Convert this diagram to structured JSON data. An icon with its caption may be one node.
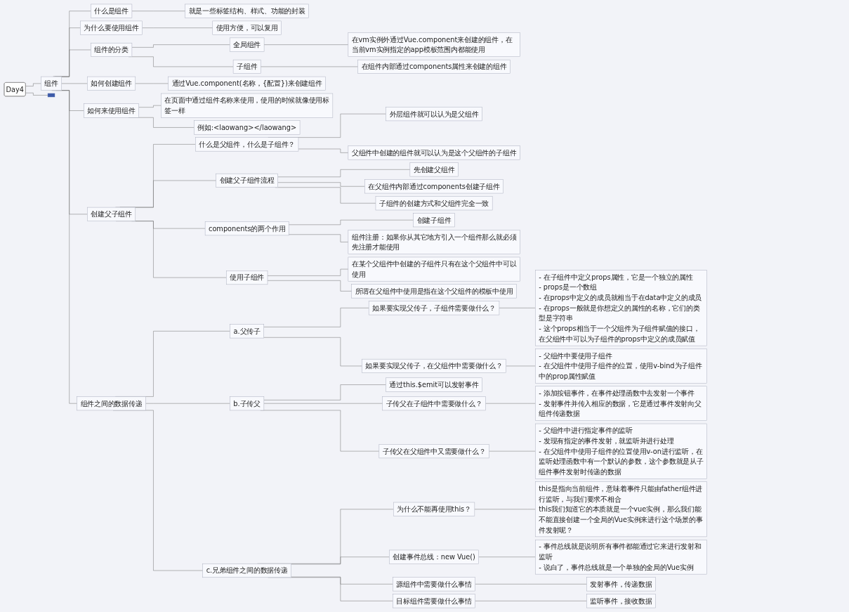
{
  "diagram": {
    "nodes": [
      {
        "text": [
          "Day4"
        ]
      },
      {
        "text": [
          "组件"
        ]
      },
      {
        "text": [
          "什么是组件"
        ]
      },
      {
        "text": [
          "就是一些标签结构、样式、功能的封装"
        ]
      },
      {
        "text": [
          "为什么要使用组件"
        ]
      },
      {
        "text": [
          "使用方便，可以复用"
        ]
      },
      {
        "text": [
          "组件的分类"
        ]
      },
      {
        "text": [
          "全局组件"
        ]
      },
      {
        "text": [
          "在vm实例外通过Vue.component来创建的组件，在当前vm实例指定的app模板范围内都能使用"
        ]
      },
      {
        "text": [
          "子组件"
        ]
      },
      {
        "text": [
          "在组件内部通过components属性来创建的组件"
        ]
      },
      {
        "text": [
          "如何创建组件"
        ]
      },
      {
        "text": [
          "通过Vue.component(名称，{配置})来创建组件"
        ]
      },
      {
        "text": [
          "如何来使用组件"
        ]
      },
      {
        "text": [
          "在页面中通过组件名称来使用，使用的时候就像使用标签一样"
        ]
      },
      {
        "text": [
          "例如:<laowang></laowang>"
        ]
      },
      {
        "text": [
          "创建父子组件"
        ]
      },
      {
        "text": [
          "什么是父组件，什么是子组件？"
        ]
      },
      {
        "text": [
          "外层组件就可以认为是父组件"
        ]
      },
      {
        "text": [
          "父组件中创建的组件就可以认为是这个父组件的子组件"
        ]
      },
      {
        "text": [
          "创建父子组件流程"
        ]
      },
      {
        "text": [
          "先创建父组件"
        ]
      },
      {
        "text": [
          "在父组件内部通过components创建子组件"
        ]
      },
      {
        "text": [
          "子组件的创建方式和父组件完全一致"
        ]
      },
      {
        "text": [
          "components的两个作用"
        ]
      },
      {
        "text": [
          "创建子组件"
        ]
      },
      {
        "text": [
          "组件注册：如果你从其它地方引入一个组件那么就必须先注册才能使用"
        ]
      },
      {
        "text": [
          "使用子组件"
        ]
      },
      {
        "text": [
          "在某个父组件中创建的子组件只有在这个父组件中可以使用"
        ]
      },
      {
        "text": [
          "所谓在父组件中使用是指在这个父组件的模板中使用"
        ]
      },
      {
        "text": [
          "组件之间的数据传递"
        ]
      },
      {
        "text": [
          "a.父传子"
        ]
      },
      {
        "text": [
          "如果要实现父传子，子组件需要做什么？"
        ]
      },
      {
        "text": [
          "- 在子组件中定义props属性，它是一个独立的属性",
          "- props是一个数组",
          "- 在props中定义的成员就相当于在data中定义的成员",
          "- 在props一般就是你想定义的属性的名称，它们的类型是字符串",
          "- 这个props相当于一个父组件为子组件赋值的接口，在父组件中可以为子组件的props中定义的成员赋值"
        ]
      },
      {
        "text": [
          "如果要实现父传子，在父组件中需要做什么？"
        ]
      },
      {
        "text": [
          "- 父组件中要使用子组件",
          "- 在父组件中使用子组件的位置，使用v-bind为子组件中的prop属性赋值"
        ]
      },
      {
        "text": [
          "b.子传父"
        ]
      },
      {
        "text": [
          "通过this.$emit可以发射事件"
        ]
      },
      {
        "text": [
          "子传父在子组件中需要做什么？"
        ]
      },
      {
        "text": [
          "- 添加按钮事件，在事件处理函数中去发射一个事件",
          "- 发射事件并传入相应的数据，它是通过事件发射向父组件传递数据"
        ]
      },
      {
        "text": [
          "子传父在父组件中又需要做什么？"
        ]
      },
      {
        "text": [
          "- 父组件中进行指定事件的监听",
          "- 发现有指定的事件发射，就监听并进行处理",
          "- 在父组件中使用子组件的位置使用v-on进行监听，在监听处理函数中有一个默认的参数，这个参数就是从子组件事件发射时传递的数据"
        ]
      },
      {
        "text": [
          "c.兄弟组件之间的数据传递"
        ]
      },
      {
        "text": [
          "为什么不能再使用this？"
        ]
      },
      {
        "text": [
          "this是指向当前组件，意味着事件只能由father组件进行监听，与我们要求不相合",
          "this我们知道它的本质就是一个vue实例，那么我们能不能直接创建一个全局的Vue实例来进行这个场景的事件发射呢？"
        ]
      },
      {
        "text": [
          "创建事件总线：new Vue()"
        ]
      },
      {
        "text": [
          "- 事件总线就是说明所有事件都能通过它来进行发射和监听",
          "- 说白了，事件总线就是一个单独的全局的Vue实例"
        ]
      },
      {
        "text": [
          "源组件中需要做什么事情"
        ]
      },
      {
        "text": [
          "发射事件，传递数据"
        ]
      },
      {
        "text": [
          "目标组件需要做什么事情"
        ]
      },
      {
        "text": [
          "监听事件，接收数据"
        ]
      },
      {
        "text": [],
        "shape": "box"
      }
    ],
    "edges": [
      {
        "from": 0,
        "to": 1,
        "arrow": "none"
      },
      {
        "from": 1,
        "to": 2,
        "arrow": "none"
      },
      {
        "from": 2,
        "to": 3,
        "arrow": "none"
      },
      {
        "from": 1,
        "to": 4,
        "arrow": "none"
      },
      {
        "from": 4,
        "to": 5,
        "arrow": "none"
      },
      {
        "from": 1,
        "to": 6,
        "arrow": "none"
      },
      {
        "from": 6,
        "to": 7,
        "arrow": "none"
      },
      {
        "from": 7,
        "to": 8,
        "arrow": "none"
      },
      {
        "from": 6,
        "to": 9,
        "arrow": "none"
      },
      {
        "from": 9,
        "to": 10,
        "arrow": "none"
      },
      {
        "from": 1,
        "to": 11,
        "arrow": "none"
      },
      {
        "from": 11,
        "to": 12,
        "arrow": "none"
      },
      {
        "from": 1,
        "to": 13,
        "arrow": "none"
      },
      {
        "from": 13,
        "to": 14,
        "arrow": "none"
      },
      {
        "from": 13,
        "to": 15,
        "arrow": "none"
      },
      {
        "from": 1,
        "to": 16,
        "arrow": "none"
      },
      {
        "from": 16,
        "to": 17,
        "arrow": "none"
      },
      {
        "from": 17,
        "to": 18,
        "arrow": "none"
      },
      {
        "from": 17,
        "to": 19,
        "arrow": "none"
      },
      {
        "from": 16,
        "to": 20,
        "arrow": "none"
      },
      {
        "from": 20,
        "to": 21,
        "arrow": "none"
      },
      {
        "from": 20,
        "to": 22,
        "arrow": "none"
      },
      {
        "from": 20,
        "to": 23,
        "arrow": "none"
      },
      {
        "from": 16,
        "to": 24,
        "arrow": "none"
      },
      {
        "from": 24,
        "to": 25,
        "arrow": "none"
      },
      {
        "from": 24,
        "to": 26,
        "arrow": "none"
      },
      {
        "from": 16,
        "to": 27,
        "arrow": "none"
      },
      {
        "from": 27,
        "to": 28,
        "arrow": "none"
      },
      {
        "from": 27,
        "to": 29,
        "arrow": "none"
      },
      {
        "from": 1,
        "to": 30,
        "arrow": "none"
      },
      {
        "from": 30,
        "to": 31,
        "arrow": "none"
      },
      {
        "from": 31,
        "to": 32,
        "arrow": "none"
      },
      {
        "from": 32,
        "to": 33,
        "arrow": "none"
      },
      {
        "from": 31,
        "to": 34,
        "arrow": "none"
      },
      {
        "from": 34,
        "to": 35,
        "arrow": "none"
      },
      {
        "from": 30,
        "to": 36,
        "arrow": "none"
      },
      {
        "from": 36,
        "to": 37,
        "arrow": "none"
      },
      {
        "from": 36,
        "to": 38,
        "arrow": "none"
      },
      {
        "from": 38,
        "to": 39,
        "arrow": "none"
      },
      {
        "from": 36,
        "to": 40,
        "arrow": "none"
      },
      {
        "from": 40,
        "to": 41,
        "arrow": "none"
      },
      {
        "from": 30,
        "to": 42,
        "arrow": "none"
      },
      {
        "from": 42,
        "to": 43,
        "arrow": "none"
      },
      {
        "from": 43,
        "to": 44,
        "arrow": "none"
      },
      {
        "from": 42,
        "to": 45,
        "arrow": "none"
      },
      {
        "from": 45,
        "to": 46,
        "arrow": "none"
      },
      {
        "from": 42,
        "to": 47,
        "arrow": "none"
      },
      {
        "from": 47,
        "to": 48,
        "arrow": "none"
      },
      {
        "from": 42,
        "to": 49,
        "arrow": "none"
      },
      {
        "from": 49,
        "to": 50,
        "arrow": "none"
      },
      {
        "from": 0,
        "to": 51,
        "arrow": "none"
      }
    ]
  }
}
